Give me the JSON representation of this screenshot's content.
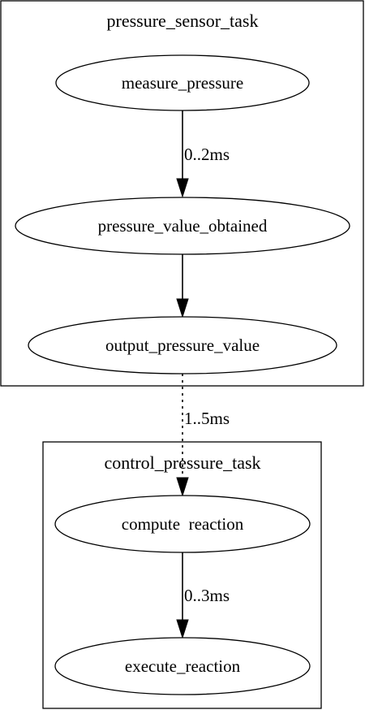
{
  "diagram": {
    "clusters": [
      {
        "id": "pressure_sensor_task",
        "label": "pressure_sensor_task"
      },
      {
        "id": "control_pressure_task",
        "label": "control_pressure_task"
      }
    ],
    "nodes": [
      {
        "id": "measure_pressure",
        "label": "measure_pressure",
        "cluster": "pressure_sensor_task"
      },
      {
        "id": "pressure_value_obtained",
        "label": "pressure_value_obtained",
        "cluster": "pressure_sensor_task"
      },
      {
        "id": "output_pressure_value",
        "label": "output_pressure_value",
        "cluster": "pressure_sensor_task"
      },
      {
        "id": "compute_reaction",
        "label": "compute  reaction",
        "cluster": "control_pressure_task"
      },
      {
        "id": "execute_reaction",
        "label": "execute_reaction",
        "cluster": "control_pressure_task"
      }
    ],
    "edges": [
      {
        "from": "measure_pressure",
        "to": "pressure_value_obtained",
        "label": "0..2ms",
        "style": "solid"
      },
      {
        "from": "pressure_value_obtained",
        "to": "output_pressure_value",
        "label": "",
        "style": "solid"
      },
      {
        "from": "output_pressure_value",
        "to": "compute_reaction",
        "label": "1..5ms",
        "style": "dotted"
      },
      {
        "from": "compute_reaction",
        "to": "execute_reaction",
        "label": "0..3ms",
        "style": "solid"
      }
    ]
  }
}
